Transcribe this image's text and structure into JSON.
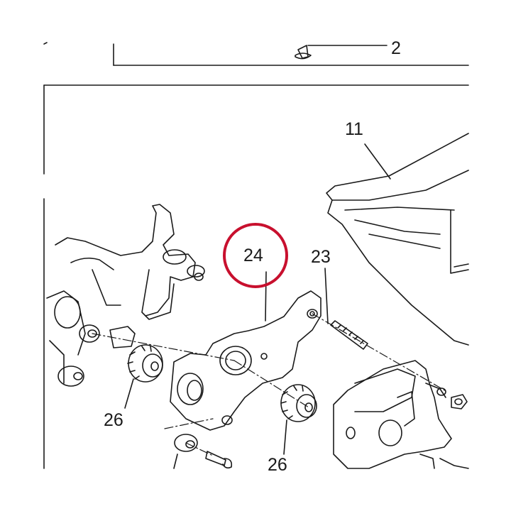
{
  "callouts": {
    "part_2": "2",
    "part_11": "11",
    "part_24": "24",
    "part_23": "23",
    "part_26_left": "26",
    "part_26_right": "26"
  },
  "highlight": {
    "color": "#c8102e",
    "target_part": "24"
  },
  "colors": {
    "line": "#1a1a1a",
    "background": "#ffffff"
  }
}
